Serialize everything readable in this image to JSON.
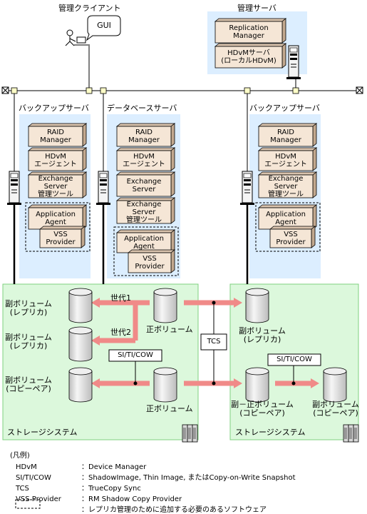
{
  "labels": {
    "mgmt_client": "管理クライアント",
    "gui": "GUI",
    "mgmt_server": "管理サーバ",
    "backup_server_1": "バックアップサーバ",
    "db_server": "データベースサーバ",
    "backup_server_2": "バックアップサーバ",
    "storage_system_1": "ストレージシステム",
    "storage_system_2": "ストレージシステム"
  },
  "software": {
    "replication_manager": "Replication\nManager",
    "hdvm_server": "HDvMサーバ\n(ローカルHDvM)",
    "raid_manager": "RAID\nManager",
    "hdvm_agent": "HDvM\nエージェント",
    "exchange_tools": "Exchange\nServer\n管理ツール",
    "exchange_server": "Exchange\nServer",
    "application_agent": "Application\nAgent",
    "vss_provider": "VSS\nProvider"
  },
  "volumes": {
    "secondary_replica": "副ボリューム\n(レプリカ)",
    "secondary_copypair": "副ボリューム\n(コピーペア)",
    "primary": "正ボリューム",
    "secondary_primary_copypair": "副－正ボリューム\n(コピーペア)"
  },
  "arrows": {
    "gen1": "世代1",
    "gen2": "世代2",
    "si_ti_cow": "SI/TI/COW",
    "tcs": "TCS"
  },
  "legend": {
    "title": "(凡例)",
    "items": [
      {
        "term": "HDvM",
        "desc": "：Device Manager"
      },
      {
        "term": "SI/TI/COW",
        "desc": "：ShadowImage, Thin Image, またはCopy-on-Write Snapshot"
      },
      {
        "term": "TCS",
        "desc": "：TrueCopy Sync"
      },
      {
        "term": "VSS Provider",
        "desc": "：RM Shadow Copy Provider"
      },
      {
        "term": "",
        "desc": "：レプリカ管理のために追加する必要のあるソフトウェア"
      }
    ]
  },
  "colors": {
    "server_area": "#dceeff",
    "storage_area": "#dcf8dc",
    "software_box": "#f5e6d6",
    "arrow": "#f08a88"
  }
}
